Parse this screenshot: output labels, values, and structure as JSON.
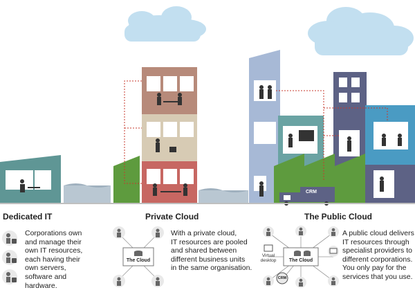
{
  "colors": {
    "dedicated": "#5f9695",
    "private_top": "#b78a7a",
    "private_mid": "#d7cbb4",
    "private_bottom": "#c76762",
    "green": "#5e9b3e",
    "public_blue": "#a7b9d6",
    "public_teal": "#6aa3a3",
    "public_dark": "#5d6285",
    "public_right": "#4a9bc3",
    "cloud": "#c2dff0",
    "red_dashed": "#c73a2e"
  },
  "truck_label": "CRM",
  "sections": [
    {
      "heading": "Dedicated IT",
      "lines": [
        "Corporations own",
        "and manage their",
        "own IT resources,",
        "each having their",
        "own servers,",
        "software and",
        "hardware."
      ]
    },
    {
      "heading": "Private Cloud",
      "lines": [
        "With a private cloud,",
        "IT resources are pooled",
        "and shared between",
        "different business units",
        "in the same organisation."
      ],
      "cloud_label": "The Cloud"
    },
    {
      "heading": "The Public Cloud",
      "lines": [
        "A public cloud delivers",
        "IT resources through",
        "specialist providers to",
        "different corporations.",
        "You only pay for the",
        "services that you use."
      ],
      "cloud_label": "The Cloud",
      "virtual_desktop_label": [
        "Virtual",
        "desktop"
      ],
      "crm_label": "CRM"
    }
  ]
}
